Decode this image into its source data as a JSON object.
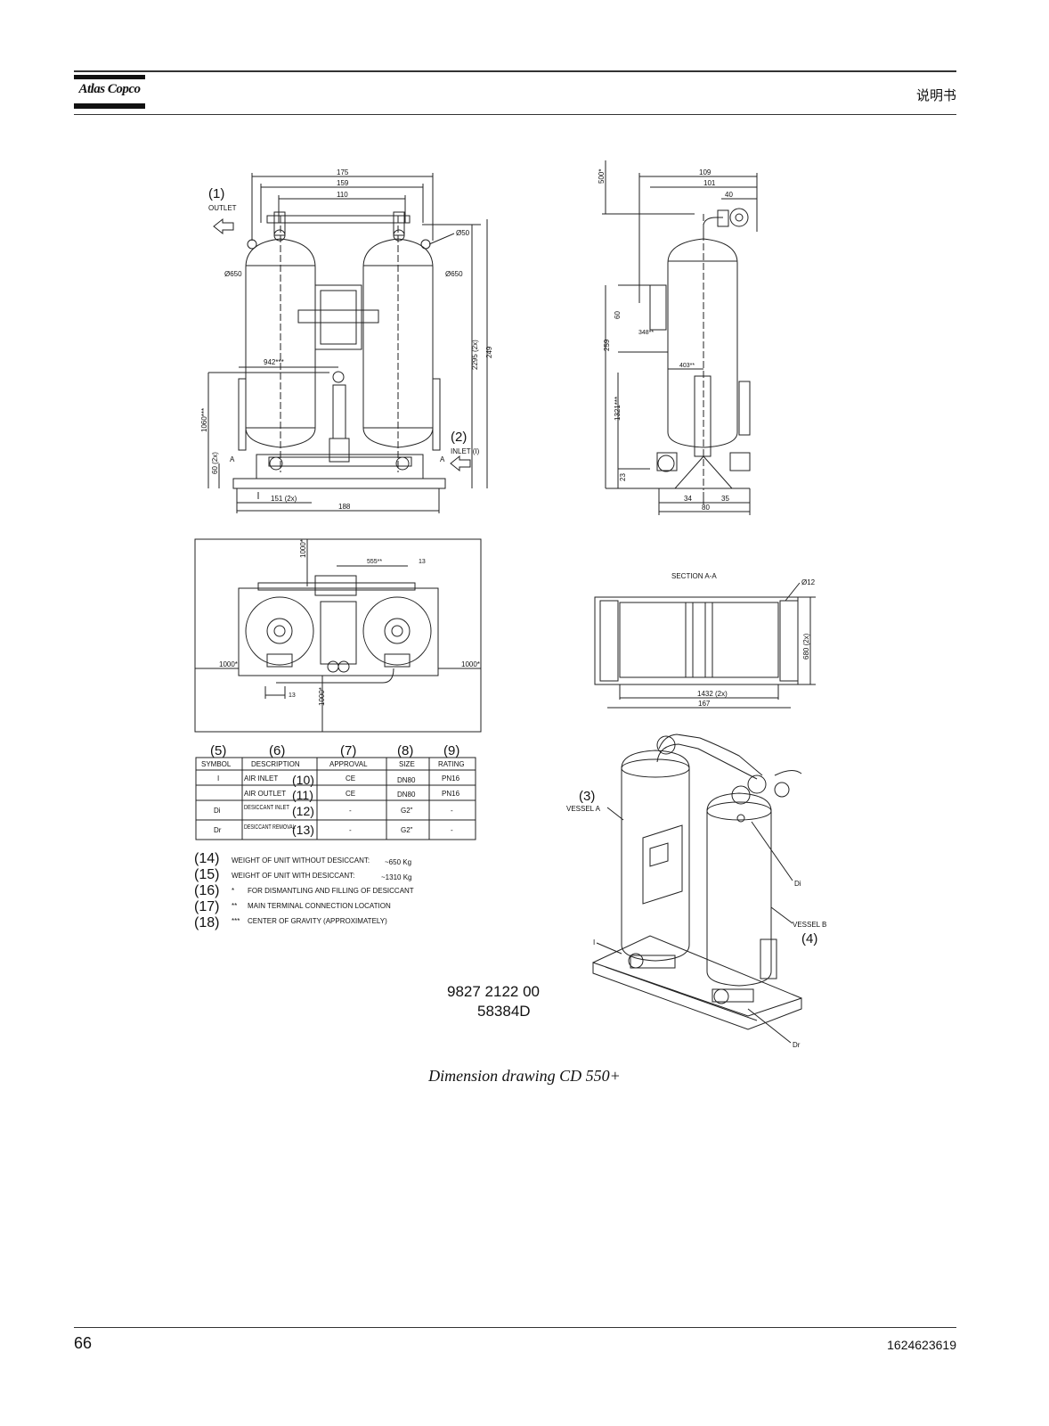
{
  "header": {
    "brand": "Atlas Copco",
    "title": "说明书"
  },
  "drawing": {
    "front": {
      "outlet_num": "(1)",
      "outlet_label": "OUTLET",
      "inlet_num": "(2)",
      "inlet_label": "INLET (I)",
      "dim_175": "175",
      "dim_159": "159",
      "dim_110": "110",
      "dim_d50": "Ø50",
      "dim_d650_l": "Ø650",
      "dim_d650_r": "Ø650",
      "dim_942": "942***",
      "dim_2295": "2295 (2x)",
      "dim_249": "249",
      "dim_1060": "1060***",
      "dim_60": "60 (2x)",
      "dim_151": "151 (2x)",
      "dim_188": "188",
      "sec_a_l": "A",
      "sec_a_r": "A"
    },
    "side": {
      "dim_500": "500*",
      "dim_109": "109",
      "dim_101": "101",
      "dim_40": "40",
      "dim_60": "60",
      "dim_348": "348**",
      "dim_259": "259",
      "dim_403": "403**",
      "dim_1321": "1321***",
      "dim_23": "23",
      "dim_34": "34",
      "dim_35": "35",
      "dim_80": "80"
    },
    "top": {
      "dim_1000_top": "1000*",
      "dim_555": "555**",
      "dim_13_top": "13",
      "dim_1000_l": "1000*",
      "dim_1000_r": "1000*",
      "dim_13_bot": "13",
      "dim_1000_bot": "1000*"
    },
    "section": {
      "title": "SECTION A-A",
      "dim_d12": "Ø12",
      "dim_680": "680 (2x)",
      "dim_1432": "1432 (2x)",
      "dim_167": "167"
    },
    "table": {
      "col_nums": [
        "(5)",
        "(6)",
        "(7)",
        "(8)",
        "(9)"
      ],
      "headers": [
        "SYMBOL",
        "DESCRIPTION",
        "APPROVAL",
        "SIZE",
        "RATING"
      ],
      "rows": [
        {
          "symbol": "I",
          "desc": "AIR INLET",
          "num": "(10)",
          "approval": "CE",
          "size": "DN80",
          "rating": "PN16"
        },
        {
          "symbol": "",
          "desc": "AIR OUTLET",
          "num": "(11)",
          "approval": "CE",
          "size": "DN80",
          "rating": "PN16"
        },
        {
          "symbol": "Di",
          "desc": "DESICCANT INLET",
          "num": "(12)",
          "approval": "-",
          "size": "G2\"",
          "rating": "-"
        },
        {
          "symbol": "Dr",
          "desc": "DESICCANT REMOVAL",
          "num": "(13)",
          "approval": "-",
          "size": "G2\"",
          "rating": "-"
        }
      ]
    },
    "notes": [
      {
        "num": "(14)",
        "mark": "",
        "text": "WEIGHT OF UNIT WITHOUT DESICCANT:",
        "value": "~650 Kg"
      },
      {
        "num": "(15)",
        "mark": "",
        "text": "WEIGHT OF UNIT WITH DESICCANT:",
        "value": "~1310 Kg"
      },
      {
        "num": "(16)",
        "mark": "*",
        "text": "FOR DISMANTLING AND FILLING OF DESICCANT",
        "value": ""
      },
      {
        "num": "(17)",
        "mark": "**",
        "text": "MAIN TERMINAL CONNECTION LOCATION",
        "value": ""
      },
      {
        "num": "(18)",
        "mark": "***",
        "text": "CENTER OF GRAVITY (APPROXIMATELY)",
        "value": ""
      }
    ],
    "iso": {
      "vessel_a_num": "(3)",
      "vessel_a": "VESSEL A",
      "vessel_b": "VESSEL B",
      "vessel_b_num": "(4)",
      "di": "Di",
      "dr": "Dr",
      "i": "I"
    },
    "part_no": "9827 2122 00",
    "drawing_no": "58384D"
  },
  "caption": "Dimension drawing CD 550+",
  "footer": {
    "page": "66",
    "doc": "1624623619"
  }
}
